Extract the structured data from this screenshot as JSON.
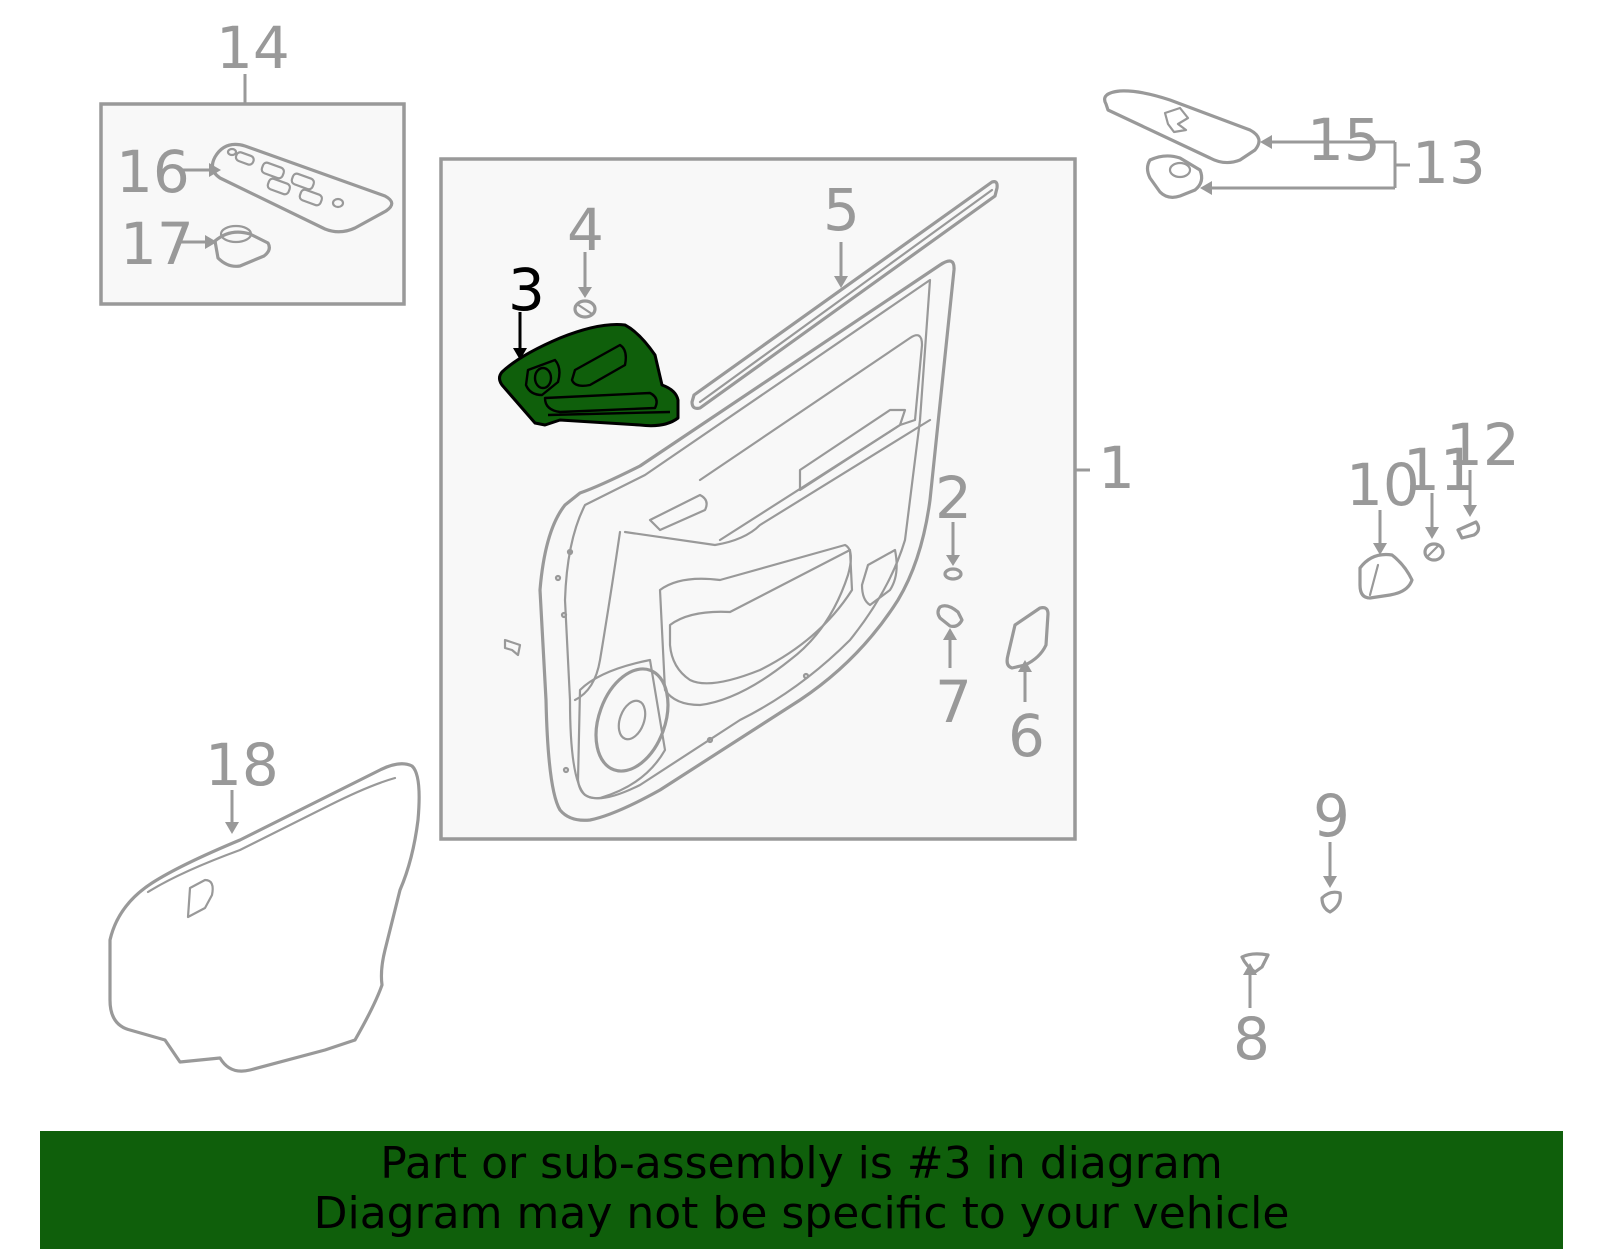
{
  "callouts": {
    "c1": "1",
    "c2": "2",
    "c3": "3",
    "c4": "4",
    "c5": "5",
    "c6": "6",
    "c7": "7",
    "c8": "8",
    "c9": "9",
    "c10": "10",
    "c11": "11",
    "c12": "12",
    "c13": "13",
    "c14": "14",
    "c15": "15",
    "c16": "16",
    "c17": "17",
    "c18": "18"
  },
  "highlighted_part": "3",
  "colors": {
    "highlight": "#0f5f0b",
    "line": "#999999",
    "banner": "#0f5f0b"
  },
  "banner": {
    "line1": "Part or sub-assembly is #3 in diagram",
    "line2": "Diagram may not be specific to your vehicle"
  }
}
